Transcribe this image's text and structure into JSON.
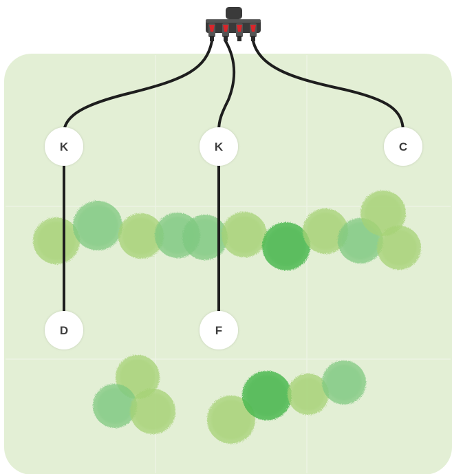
{
  "diagram": {
    "colors": {
      "background": "#ffffff",
      "bed": "#e3efd5",
      "bed_grid": "#eef5e6",
      "hose": "#1e1e1e",
      "node_fill": "#ffffff",
      "node_text": "#3c3c3c",
      "manifold_body": "#3a3a3a",
      "valve": "#d7262b",
      "plant_light": "#a6d276",
      "plant_mid": "#7fc880",
      "plant_dark": "#4cb852"
    },
    "connectors": [
      {
        "id": "k1",
        "label": "K"
      },
      {
        "id": "k2",
        "label": "K"
      },
      {
        "id": "c",
        "label": "C"
      },
      {
        "id": "d",
        "label": "D"
      },
      {
        "id": "f",
        "label": "F"
      }
    ]
  }
}
